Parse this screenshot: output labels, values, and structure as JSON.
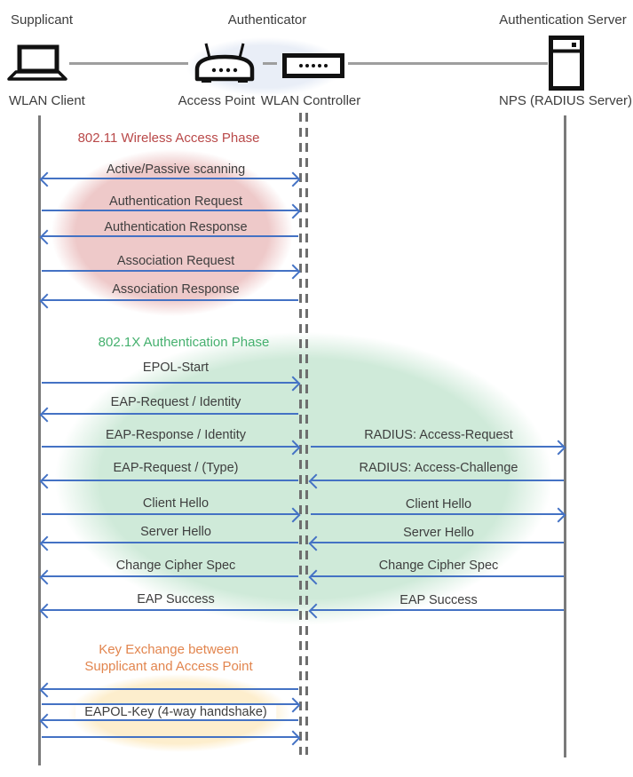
{
  "palette": {
    "arrow_blue": "#4472c4",
    "lifeline_gray": "#7a7a7a",
    "phase_red": "#b94949",
    "phase_green": "#45b06e",
    "phase_orange": "#e2854e",
    "ellipse_pink": "#eec9c9",
    "ellipse_green": "#cfead9",
    "ellipse_yellow": "#fdeecd",
    "ellipse_blue": "#e9eef7"
  },
  "actors": {
    "roles": [
      {
        "label": "Supplicant"
      },
      {
        "label": "Authenticator"
      },
      {
        "label": "Authentication Server"
      }
    ],
    "devices": [
      {
        "label": "WLAN Client",
        "icon": "laptop-icon"
      },
      {
        "label": "Access Point",
        "icon": "access-point-icon"
      },
      {
        "label": "WLAN Controller",
        "icon": "controller-icon"
      },
      {
        "label": "NPS (RADIUS Server)",
        "icon": "server-icon"
      }
    ]
  },
  "phases": [
    {
      "name": "802.11 Wireless Access Phase",
      "color": "#b94949"
    },
    {
      "name": "802.1X Authentication Phase",
      "color": "#45b06e"
    },
    {
      "name_line1": "Key Exchange between",
      "name_line2": "Supplicant and Access Point",
      "color": "#e2854e"
    }
  ],
  "messages": [
    {
      "label": "Active/Passive scanning",
      "lane": "client-controller",
      "direction": "both"
    },
    {
      "label": "Authentication Request",
      "lane": "client-controller",
      "direction": "right"
    },
    {
      "label": "Authentication Response",
      "lane": "client-controller",
      "direction": "left"
    },
    {
      "label": "Association Request",
      "lane": "client-controller",
      "direction": "right"
    },
    {
      "label": "Association Response",
      "lane": "client-controller",
      "direction": "left"
    },
    {
      "label": "EPOL-Start",
      "lane": "client-controller",
      "direction": "right"
    },
    {
      "label": "EAP-Request / Identity",
      "lane": "client-controller",
      "direction": "left"
    },
    {
      "label": "EAP-Response / Identity",
      "lane": "client-controller",
      "direction": "right"
    },
    {
      "label": "RADIUS: Access-Request",
      "lane": "controller-server",
      "direction": "right"
    },
    {
      "label": "EAP-Request / (Type)",
      "lane": "client-controller",
      "direction": "left"
    },
    {
      "label": "RADIUS: Access-Challenge",
      "lane": "controller-server",
      "direction": "left"
    },
    {
      "label": "Client Hello",
      "lane": "client-controller",
      "direction": "right"
    },
    {
      "label": "Client Hello",
      "lane": "controller-server",
      "direction": "right"
    },
    {
      "label": "Server Hello",
      "lane": "client-controller",
      "direction": "left"
    },
    {
      "label": "Server Hello",
      "lane": "controller-server",
      "direction": "left"
    },
    {
      "label": "Change Cipher Spec",
      "lane": "client-controller",
      "direction": "left"
    },
    {
      "label": "Change Cipher Spec",
      "lane": "controller-server",
      "direction": "left"
    },
    {
      "label": "EAP Success",
      "lane": "client-controller",
      "direction": "left"
    },
    {
      "label": "EAP Success",
      "lane": "controller-server",
      "direction": "left"
    },
    {
      "label": "",
      "lane": "client-controller",
      "direction": "left"
    },
    {
      "label": "",
      "lane": "client-controller",
      "direction": "right"
    },
    {
      "label": "EAPOL-Key (4-way handshake)",
      "lane": "client-controller",
      "direction": "left"
    },
    {
      "label": "",
      "lane": "client-controller",
      "direction": "right"
    }
  ]
}
